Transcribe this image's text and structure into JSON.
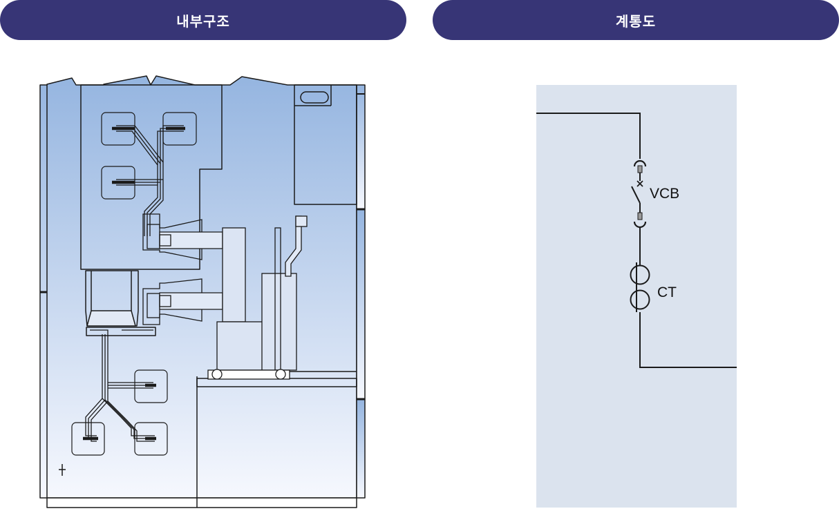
{
  "header": {
    "left_tab": "내부구조",
    "right_tab": "계통도"
  },
  "diagram": {
    "labels": {
      "breaker": "VCB",
      "current_transformer": "CT"
    }
  },
  "colors": {
    "tab_bg": "#373576",
    "cabinet_top": "#95b5e0",
    "cabinet_bottom": "#f6f8fe",
    "diagram_bg": "#dbe3ee",
    "line": "#1a1a1a"
  },
  "icons": [
    "earth-symbol-icon",
    "breaker-symbol-icon",
    "current-transformer-icon"
  ]
}
